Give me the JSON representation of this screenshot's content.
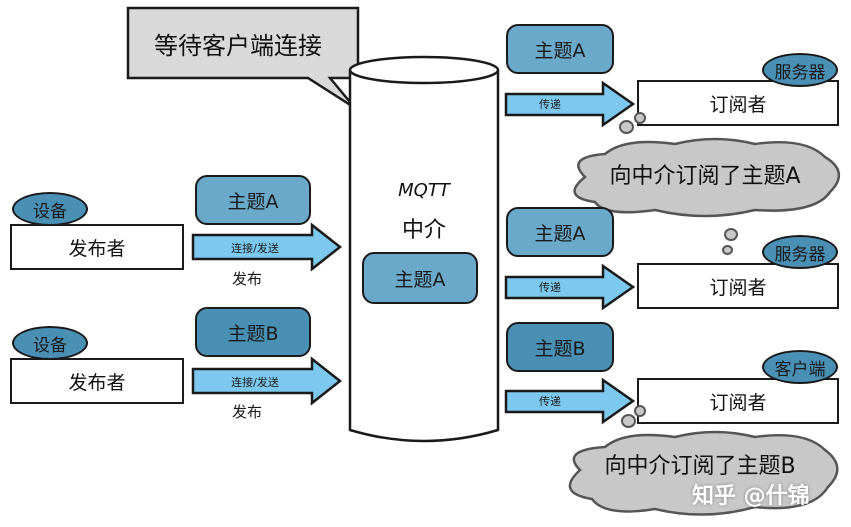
{
  "speech_bubble": {
    "text": "等待客户端连接"
  },
  "broker": {
    "line1": "MQTT",
    "line2": "中介",
    "topic": "主题A"
  },
  "publishers": [
    {
      "device_tag": "设备",
      "label": "发布者",
      "topic": "主题A",
      "arrow_label": "连接/发送",
      "caption": "发布"
    },
    {
      "device_tag": "设备",
      "label": "发布者",
      "topic": "主题B",
      "arrow_label": "连接/发送",
      "caption": "发布"
    }
  ],
  "subscribers": [
    {
      "topic": "主题A",
      "arrow_label": "传递",
      "label": "订阅者",
      "tag": "服务器"
    },
    {
      "topic": "主题A",
      "arrow_label": "传递",
      "label": "订阅者",
      "tag": "服务器"
    },
    {
      "topic": "主题B",
      "arrow_label": "传递",
      "label": "订阅者",
      "tag": "客户端"
    }
  ],
  "thoughts": [
    {
      "text": "向中介订阅了主题A"
    },
    {
      "text": "向中介订阅了主题B"
    }
  ],
  "watermark": {
    "text": "知乎 @什锦"
  },
  "colors": {
    "topic_a": "#6aa9c9",
    "topic_b": "#4a8fb4",
    "arrow": "#7cc8ee",
    "thought_cloud": "#c8c8c8",
    "speech_bubble": "#d9d9d9"
  }
}
